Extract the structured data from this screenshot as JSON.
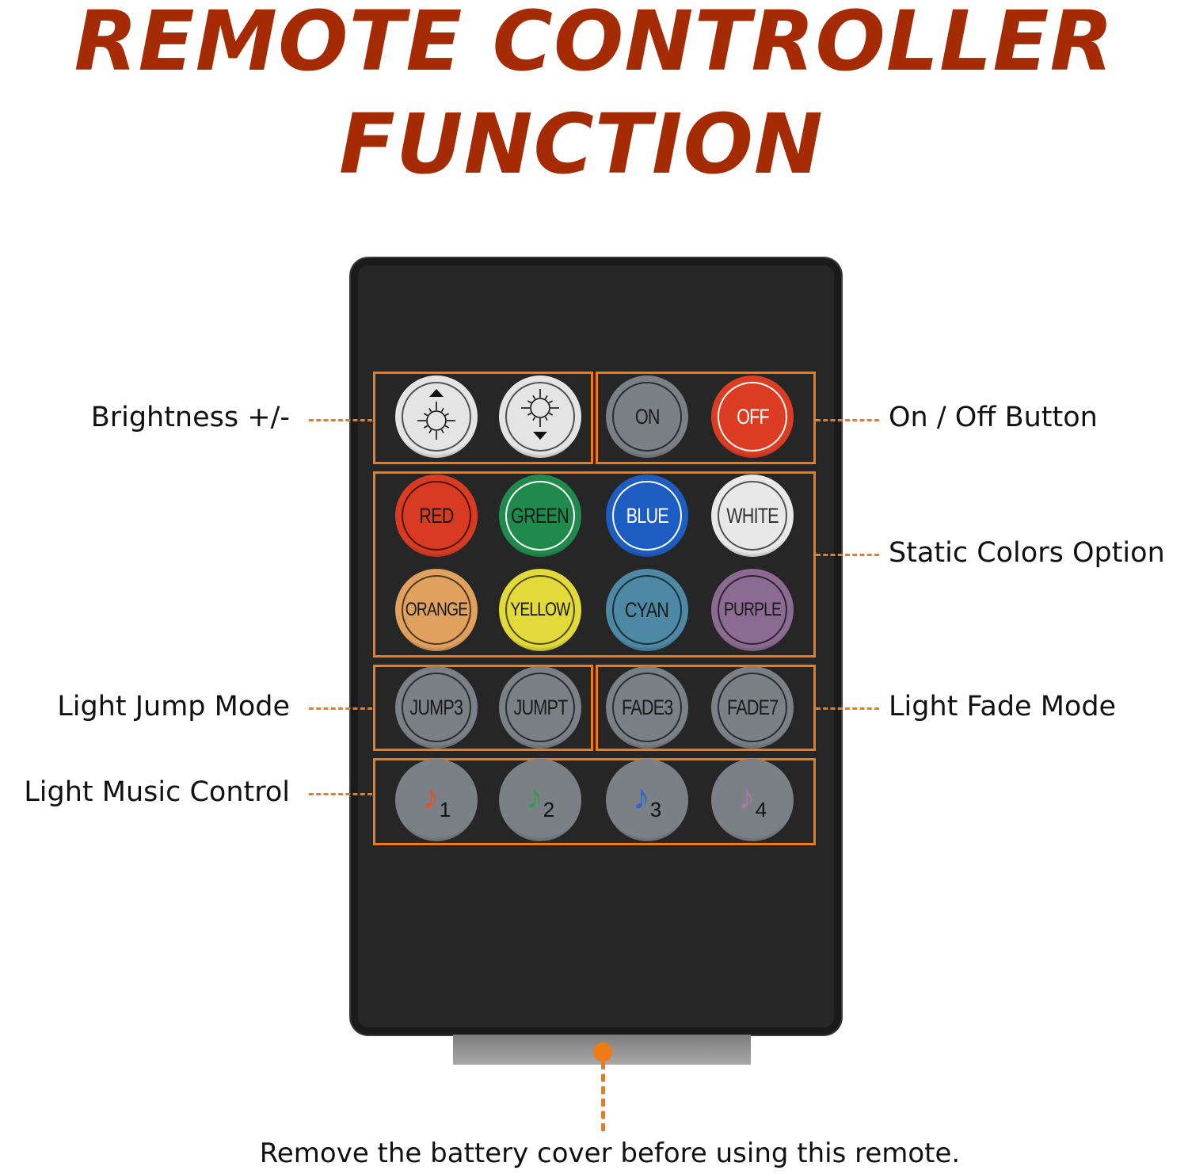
{
  "title": {
    "line1": "REMOTE CONTROLLER",
    "line2": "FUNCTION"
  },
  "labels": {
    "brightness": "Brightness +/-",
    "on_off": "On / Off Button",
    "static_colors": "Static Colors Option",
    "jump_mode": "Light Jump Mode",
    "fade_mode": "Light Fade Mode",
    "music_control": "Light Music Control"
  },
  "footer": "Remove the battery cover before using this remote.",
  "accent_color": "#f07b14",
  "title_color": "#a52b05",
  "buttons": [
    {
      "name": "brightness-up-button",
      "icon": "brightness-up-icon",
      "label": "",
      "bg": "#e4e4e4",
      "fg": "#111",
      "row": 0,
      "col": 0
    },
    {
      "name": "brightness-down-button",
      "icon": "brightness-down-icon",
      "label": "",
      "bg": "#e4e4e4",
      "fg": "#111",
      "row": 0,
      "col": 1
    },
    {
      "name": "on-button",
      "label": "ON",
      "bg": "#7b7f86",
      "fg": "#1a1a1a",
      "row": 0,
      "col": 2
    },
    {
      "name": "off-button",
      "label": "OFF",
      "bg": "#dc3d22",
      "fg": "#fff",
      "row": 0,
      "col": 3,
      "ring": "#fff"
    },
    {
      "name": "red-button",
      "label": "RED",
      "bg": "#d93b22",
      "fg": "#1a1a1a",
      "row": 1,
      "col": 0
    },
    {
      "name": "green-button",
      "label": "GREEN",
      "bg": "#1f8a4c",
      "fg": "#1a1a1a",
      "row": 1,
      "col": 1,
      "ring": "#fff"
    },
    {
      "name": "blue-button",
      "label": "BLUE",
      "bg": "#1d5dc2",
      "fg": "#fff",
      "row": 1,
      "col": 2,
      "ring": "#fff"
    },
    {
      "name": "white-button",
      "label": "WHITE",
      "bg": "#e8e8e8",
      "fg": "#333",
      "row": 1,
      "col": 3
    },
    {
      "name": "orange-button",
      "label": "ORANGE",
      "bg": "#e0a05e",
      "fg": "#1a1a1a",
      "row": 2,
      "col": 0
    },
    {
      "name": "yellow-button",
      "label": "YELLOW",
      "bg": "#e2d93a",
      "fg": "#1a1a1a",
      "row": 2,
      "col": 1
    },
    {
      "name": "cyan-button",
      "label": "CYAN",
      "bg": "#4d88a4",
      "fg": "#1a1a1a",
      "row": 2,
      "col": 2
    },
    {
      "name": "purple-button",
      "label": "PURPLE",
      "bg": "#8b6b92",
      "fg": "#1a1a1a",
      "row": 2,
      "col": 3
    },
    {
      "name": "jump3-button",
      "label": "JUMP3",
      "bg": "#7b7f86",
      "fg": "#1a1a1a",
      "row": 3,
      "col": 0
    },
    {
      "name": "jump7-button",
      "label": "JUMPT",
      "bg": "#7b7f86",
      "fg": "#1a1a1a",
      "row": 3,
      "col": 1
    },
    {
      "name": "fade3-button",
      "label": "FADE3",
      "bg": "#7b7f86",
      "fg": "#1a1a1a",
      "row": 3,
      "col": 2
    },
    {
      "name": "fade7-button",
      "label": "FADE7",
      "bg": "#7b7f86",
      "fg": "#1a1a1a",
      "row": 3,
      "col": 3
    },
    {
      "name": "music1-button",
      "icon": "music-note-icon",
      "note": "1",
      "note_color": "#e0522a",
      "bg": "#7b7f86",
      "row": 4,
      "col": 0
    },
    {
      "name": "music2-button",
      "icon": "music-note-icon",
      "note": "2",
      "note_color": "#3a9a48",
      "bg": "#7b7f86",
      "row": 4,
      "col": 1
    },
    {
      "name": "music3-button",
      "icon": "music-note-icon",
      "note": "3",
      "note_color": "#2a68cc",
      "bg": "#7b7f86",
      "row": 4,
      "col": 2
    },
    {
      "name": "music4-button",
      "icon": "music-note-icon",
      "note": "4",
      "note_color": "#a77aa2",
      "bg": "#7b7f86",
      "row": 4,
      "col": 3
    }
  ]
}
